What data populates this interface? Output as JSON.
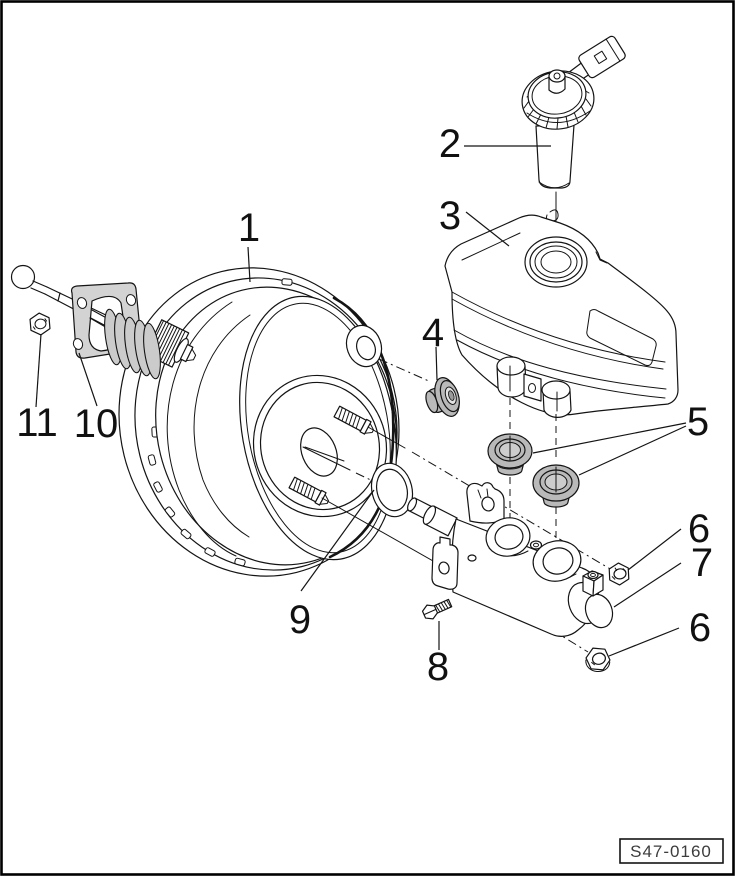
{
  "figure": {
    "type": "exploded-parts-diagram",
    "callouts": [
      {
        "label": "1"
      },
      {
        "label": "2"
      },
      {
        "label": "3"
      },
      {
        "label": "4"
      },
      {
        "label": "5"
      },
      {
        "label": "6"
      },
      {
        "label": "7"
      },
      {
        "label": "6"
      },
      {
        "label": "8"
      },
      {
        "label": "9"
      },
      {
        "label": "10"
      },
      {
        "label": "11"
      }
    ],
    "code_label": "S47-0160",
    "colors": {
      "line": "#141414",
      "background": "#ffffff",
      "part_fill_light": "#d3d3d3",
      "part_fill_medium": "#b9b9b9"
    }
  }
}
